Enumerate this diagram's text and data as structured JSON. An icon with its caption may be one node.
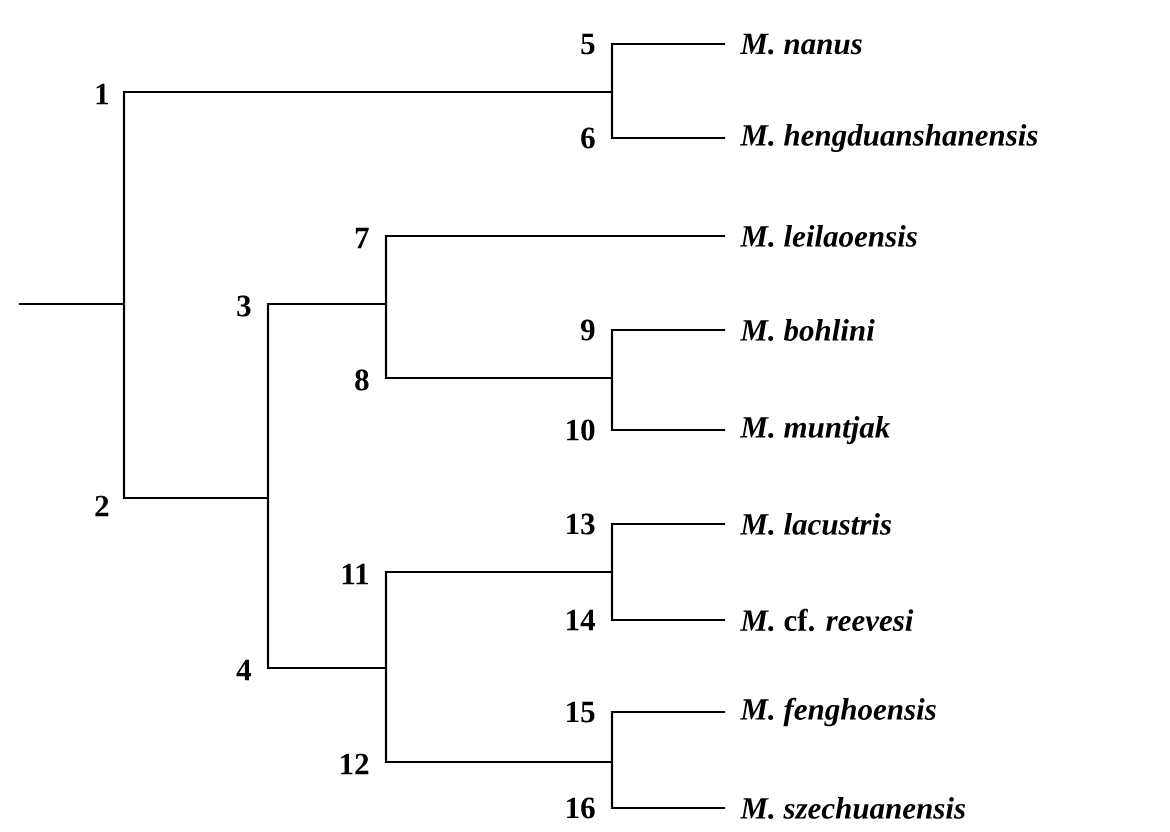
{
  "diagram": {
    "labels": [
      "1",
      "5",
      "M. nanus",
      "6",
      "M. hengduanshanensis",
      "7",
      "M. leilaoensis",
      "3",
      "9",
      "M. bohlini",
      "8",
      "10",
      "M. muntjak",
      "2",
      "13",
      "M. lacustris",
      "11",
      "14",
      "*M.* cf. *reevesi*",
      "4",
      "15",
      "M. fenghoensis",
      "12",
      "16",
      "M. szechuanensis"
    ]
  }
}
